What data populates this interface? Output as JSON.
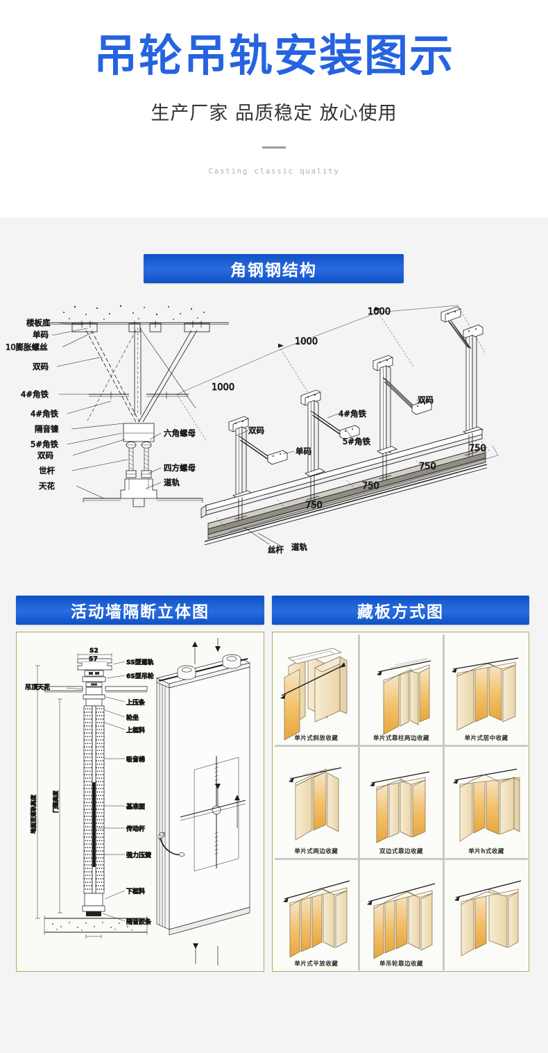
{
  "header": {
    "title": "吊轮吊轨安装图示",
    "subtitle": "生产厂家 品质稳定 放心使用",
    "english": "Casting classic quality"
  },
  "colors": {
    "brand_blue": "#1a5fd0",
    "title_blue": "#2563e0",
    "panel_border": "#a9ae58",
    "page_bg": "#f4f4f4",
    "panel_bg": "#fafaf6"
  },
  "sections": [
    {
      "banner": "角钢钢结构",
      "diagram": {
        "name": "angle-steel-structure-diagram",
        "left_labels": [
          "楼板底",
          "单码",
          "10膨胀螺丝",
          "双码",
          "4#角铁",
          "4#角铁",
          "隔音镍",
          "5#角铁",
          "双码",
          "世杆",
          "天花"
        ],
        "right_labels": [
          "六角螺母",
          "四方螺母",
          "道轨"
        ],
        "iso_labels": [
          "双码",
          "单码",
          "4#角铁",
          "5#角铁",
          "双码",
          "丝杆",
          "道轨"
        ],
        "dimensions_top": [
          "1000",
          "1000",
          "1000"
        ],
        "dimensions_bottom": [
          "750",
          "750",
          "750",
          "750"
        ]
      }
    },
    {
      "banner": "活动墙隔断立体图",
      "diagram": {
        "name": "movable-wall-partition-elevation",
        "labels": [
          "S2",
          "S7",
          "SS型道轨",
          "6S型吊轮",
          "吊顶天花",
          "上压条",
          "轮坐",
          "上框料",
          "吸音棉",
          "基准面",
          "传动杆",
          "强力压簧",
          "下框料",
          "隔音胶条"
        ],
        "vertical_labels": [
          "地面至道轨高度",
          "门整高度"
        ]
      }
    },
    {
      "banner": "藏板方式图",
      "grid": {
        "name": "storage-mode-grid",
        "cells": [
          {
            "caption": "单片式斜放收藏"
          },
          {
            "caption": "单片式靠柱两边收藏"
          },
          {
            "caption": "单片式居中收藏"
          },
          {
            "caption": "单片式两边收藏"
          },
          {
            "caption": "双边式靠边收藏"
          },
          {
            "caption": "单片h式收藏"
          },
          {
            "caption": "单片式平放收藏"
          },
          {
            "caption": "单吊轮靠边收藏"
          }
        ]
      }
    }
  ]
}
